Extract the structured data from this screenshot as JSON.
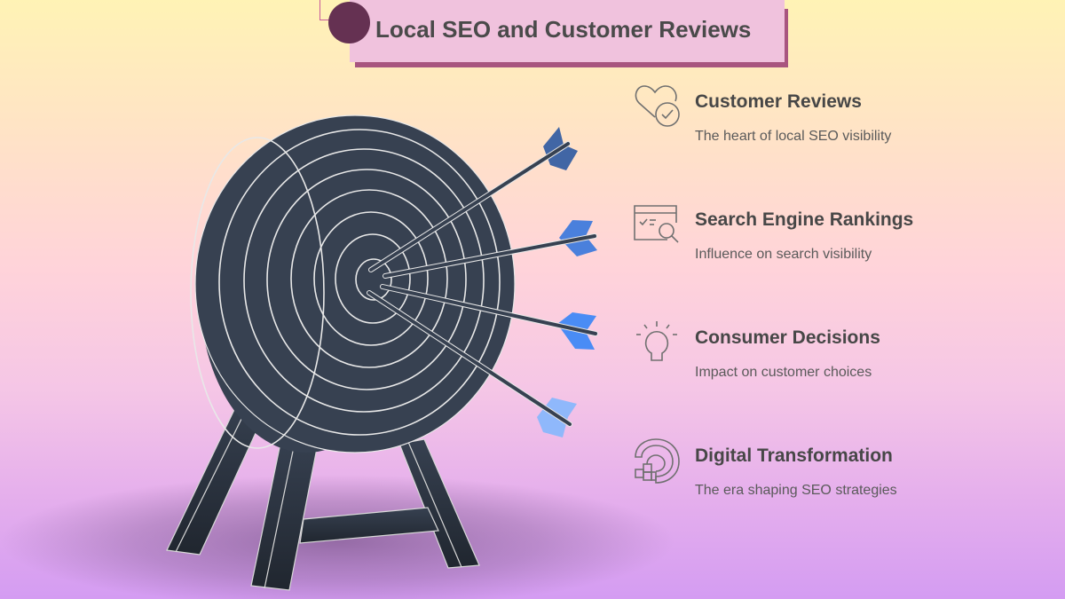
{
  "title": "Local SEO and Customer Reviews",
  "colors": {
    "title_box": "#f0c2dd",
    "title_shadow": "#a8557f",
    "title_dot": "#653152",
    "target": "#374151",
    "arrow_fletch": [
      "#4166a5",
      "#4a80dc",
      "#4a8cf5",
      "#8fb8fb"
    ]
  },
  "items": [
    {
      "icon": "heart-check-icon",
      "heading": "Customer Reviews",
      "description": "The heart of local SEO visibility"
    },
    {
      "icon": "browser-search-icon",
      "heading": "Search Engine Rankings",
      "description": "Influence on search visibility"
    },
    {
      "icon": "lightbulb-icon",
      "heading": "Consumer Decisions",
      "description": "Impact on customer choices"
    },
    {
      "icon": "digital-transformation-icon",
      "heading": "Digital Transformation",
      "description": "The era shaping SEO strategies"
    }
  ],
  "illustration": {
    "name": "archery-target-with-four-arrows"
  }
}
